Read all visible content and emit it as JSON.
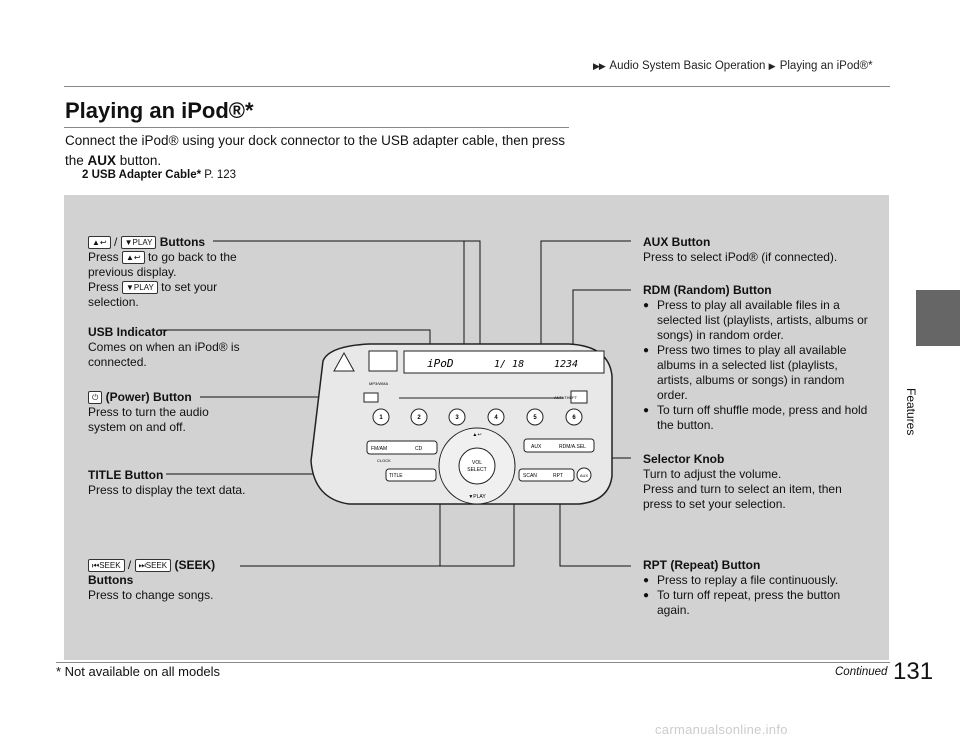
{
  "breadcrumb": {
    "arrows": "▶▶",
    "section": "Audio System Basic Operation",
    "sep": "▶",
    "page": "Playing an iPod®*"
  },
  "title": "Playing an iPod®*",
  "intro": {
    "part1": "Connect the iPod® using your dock connector to the USB adapter cable, then press the ",
    "aux": "AUX",
    "part2": " button."
  },
  "xref": {
    "icon": "2",
    "label": "USB Adapter Cable*",
    "page": " P. 123"
  },
  "side_tab": {
    "label": "Features",
    "color": "#666666"
  },
  "panel": {
    "bg": "#d2d2d2"
  },
  "labels": {
    "back_play": {
      "heading": " Buttons",
      "glyph_back": "▲↩",
      "glyph_play": "▼PLAY",
      "slash": " / ",
      "l1a": "Press ",
      "l1b": " to go back to the",
      "l1c": "previous display.",
      "l2a": "Press ",
      "l2b": " to set your",
      "l2c": "selection."
    },
    "usb": {
      "heading": "USB Indicator",
      "text": "Comes on when an iPod® is connected."
    },
    "power": {
      "icon": "⏻",
      "heading": " (Power) Button",
      "text": "Press to turn the audio system on and off."
    },
    "title_btn": {
      "heading": "TITLE Button",
      "text": "Press to display the text data."
    },
    "seek": {
      "glyph_prev": "⏮SEEK",
      "glyph_next": "⏭SEEK",
      "slash": " / ",
      "heading": " (SEEK) Buttons",
      "text": "Press to change songs."
    },
    "aux": {
      "heading": "AUX Button",
      "text": "Press to select iPod® (if connected)."
    },
    "rdm": {
      "heading": "RDM (Random) Button",
      "bullets": [
        "Press to play all available files in a selected list (playlists, artists, albums or songs) in random order.",
        "Press two times to play all available albums in a selected list (playlists, artists, albums or songs) in random order.",
        "To turn off shuffle mode, press and hold the button."
      ]
    },
    "knob": {
      "heading": "Selector Knob",
      "t1": "Turn to adjust the volume.",
      "t2": "Press and turn to select an item, then press to set your selection."
    },
    "rpt": {
      "heading": "RPT (Repeat) Button",
      "bullets": [
        "Press to replay a file continuously.",
        "To turn off repeat, press the button again."
      ]
    }
  },
  "radio": {
    "display_text": "iPoD",
    "display_track": "1/ 18",
    "display_time": "1234",
    "presets": [
      "1",
      "2",
      "3",
      "4",
      "5",
      "6"
    ],
    "fm_am": "FM/AM",
    "cd": "CD",
    "clock": "CLOCK",
    "title": "TITLE",
    "vol": "VOL",
    "select": "SELECT",
    "play": "▼PLAY",
    "back": "▲↩",
    "scan": "SCAN",
    "rpt": "RPT",
    "aux": "AUX",
    "aux_small": "AUX",
    "rdm_asel": "RDM/A.SEL",
    "anti_theft": "ANTI THEFT",
    "mp3": "MP3/WMA"
  },
  "footer": {
    "note": "* Not available on all models",
    "continued": "Continued",
    "page_number": "131"
  },
  "watermark": "carmanualsonline.info"
}
